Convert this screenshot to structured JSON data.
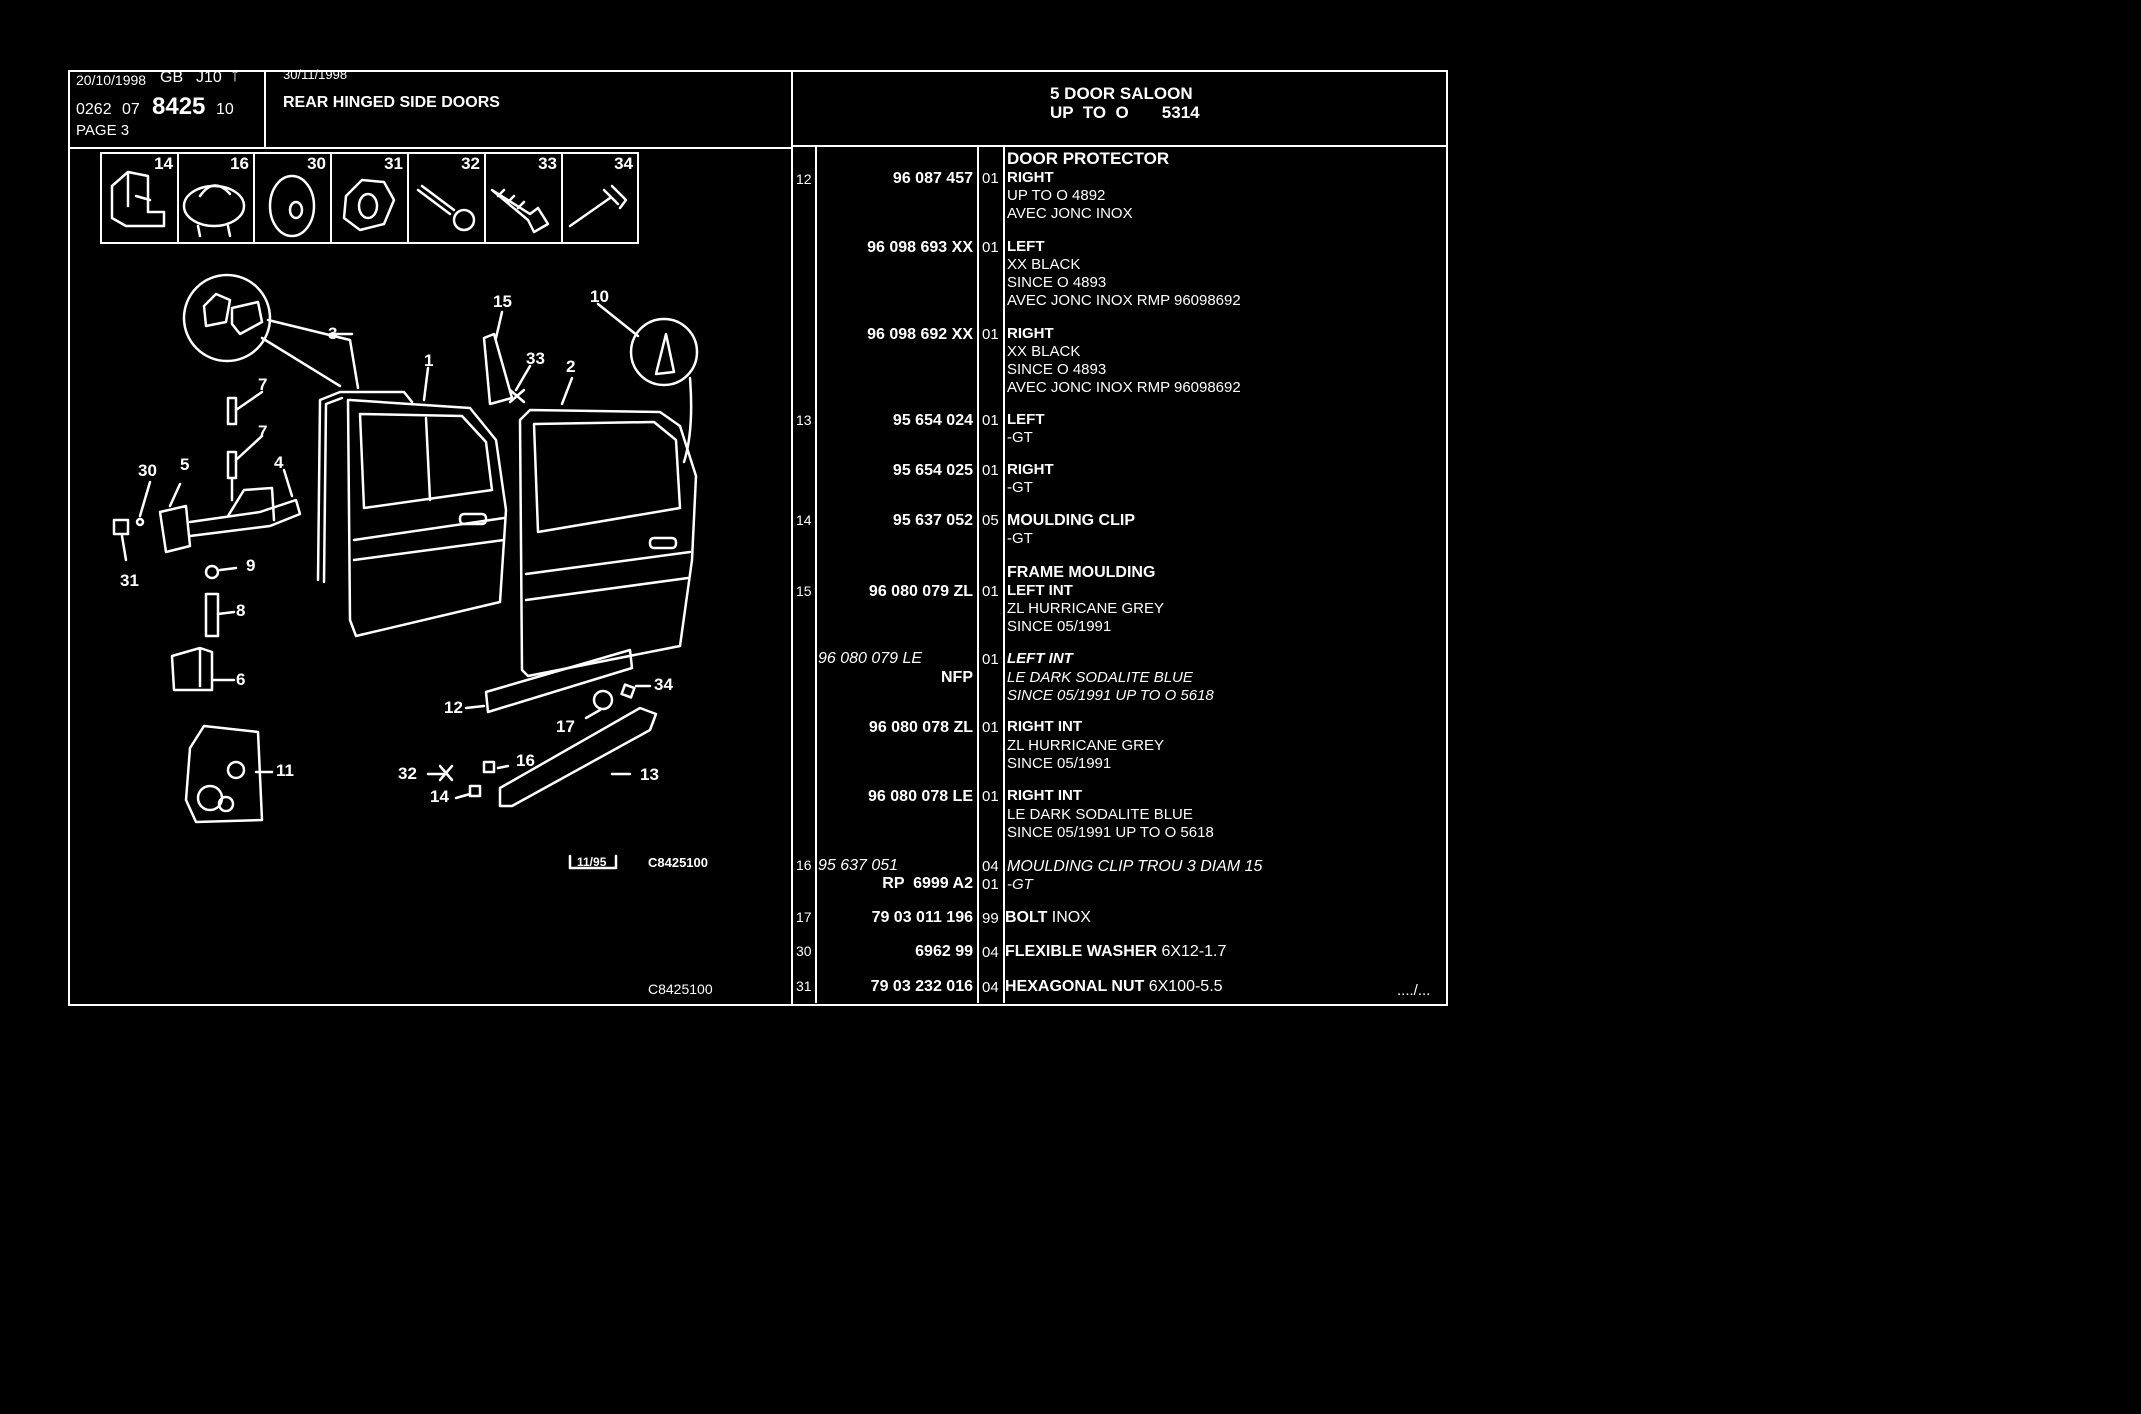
{
  "header": {
    "date": "20/10/1998",
    "lang": "GB",
    "code": "J10",
    "arrow": "↑",
    "ref_a": "0262",
    "ref_b": "07",
    "ref_main": "8425",
    "ref_c": "10",
    "page": "PAGE 3",
    "date2": "30/11/1998",
    "title": "REAR HINGED SIDE DOORS",
    "model_line1": "5 DOOR SALOON",
    "model_line2": "UP  TO  O       5314"
  },
  "thumbnails": [
    "14",
    "16",
    "30",
    "31",
    "32",
    "33",
    "34"
  ],
  "callouts": [
    "15",
    "10",
    "3",
    "33",
    "2",
    "1",
    "7",
    "7",
    "4",
    "30",
    "5",
    "31",
    "9",
    "8",
    "6",
    "34",
    "12",
    "17",
    "11",
    "16",
    "13",
    "32",
    "14"
  ],
  "drawing": {
    "stamp": "11/95",
    "code_top": "C8425100",
    "code_bottom": "C8425100"
  },
  "parts": [
    {
      "ref": "12",
      "pn": "96 087 457",
      "pn_style": "b",
      "qty": "01",
      "lines": [
        {
          "t": "DOOR PROTECTOR",
          "s": "h"
        },
        {
          "t": "RIGHT",
          "s": "h"
        },
        {
          "t": "UP TO O 4892",
          "s": ""
        },
        {
          "t": "AVEC JONC INOX",
          "s": ""
        }
      ]
    },
    {
      "ref": "",
      "pn": "96 098 693 XX",
      "pn_style": "b",
      "qty": "01",
      "lines": [
        {
          "t": "LEFT",
          "s": "h"
        },
        {
          "t": "XX BLACK",
          "s": ""
        },
        {
          "t": "SINCE O 4893",
          "s": ""
        },
        {
          "t": "AVEC JONC INOX RMP 96098692",
          "s": ""
        }
      ]
    },
    {
      "ref": "",
      "pn": "96 098 692 XX",
      "pn_style": "b",
      "qty": "01",
      "lines": [
        {
          "t": "RIGHT",
          "s": "h"
        },
        {
          "t": "XX BLACK",
          "s": ""
        },
        {
          "t": "SINCE O 4893",
          "s": ""
        },
        {
          "t": "AVEC JONC INOX RMP 96098692",
          "s": ""
        }
      ]
    },
    {
      "ref": "13",
      "pn": "95 654 024",
      "pn_style": "b",
      "qty": "01",
      "lines": [
        {
          "t": "LEFT",
          "s": "h"
        },
        {
          "t": "-GT",
          "s": ""
        }
      ]
    },
    {
      "ref": "",
      "pn": "95 654 025",
      "pn_style": "b",
      "qty": "01",
      "lines": [
        {
          "t": "RIGHT",
          "s": "h"
        },
        {
          "t": "-GT",
          "s": ""
        }
      ]
    },
    {
      "ref": "14",
      "pn": "95 637 052",
      "pn_style": "b",
      "qty": "05",
      "lines": [
        {
          "t": "MOULDING CLIP",
          "s": "h"
        },
        {
          "t": "-GT",
          "s": ""
        }
      ]
    },
    {
      "ref": "15",
      "pn": "96 080 079 ZL",
      "pn_style": "b",
      "qty": "01",
      "lines": [
        {
          "t": "FRAME MOULDING",
          "s": "h"
        },
        {
          "t": "LEFT INT",
          "s": "h"
        },
        {
          "t": "ZL HURRICANE GREY",
          "s": ""
        },
        {
          "t": "SINCE 05/1991",
          "s": ""
        }
      ]
    },
    {
      "ref": "",
      "pn": "96 080 079 LE",
      "pn2": "NFP",
      "pn_style": "i",
      "qty": "01",
      "lines": [
        {
          "t": "LEFT INT",
          "s": "hi"
        },
        {
          "t": "LE DARK SODALITE BLUE",
          "s": "i"
        },
        {
          "t": "SINCE 05/1991 UP TO O 5618",
          "s": "i"
        }
      ]
    },
    {
      "ref": "",
      "pn": "96 080 078 ZL",
      "pn_style": "b",
      "qty": "01",
      "lines": [
        {
          "t": "RIGHT INT",
          "s": "h"
        },
        {
          "t": "ZL HURRICANE GREY",
          "s": ""
        },
        {
          "t": "SINCE 05/1991",
          "s": ""
        }
      ]
    },
    {
      "ref": "",
      "pn": "96 080 078 LE",
      "pn_style": "b",
      "qty": "01",
      "lines": [
        {
          "t": "RIGHT INT",
          "s": "h"
        },
        {
          "t": "LE DARK SODALITE BLUE",
          "s": ""
        },
        {
          "t": "SINCE 05/1991 UP TO O 5618",
          "s": ""
        }
      ]
    },
    {
      "ref": "16",
      "pn": "95 637 051",
      "pn2": "RP  6999 A2",
      "pn_style": "i",
      "qty": "04",
      "qty2": "01",
      "lines": [
        {
          "t": "MOULDING CLIP TROU 3 DIAM 15",
          "s": "i"
        },
        {
          "t": "-GT",
          "s": "i"
        }
      ]
    },
    {
      "ref": "17",
      "pn": "79 03 011 196",
      "pn_style": "b",
      "qty": "99",
      "lines": [
        {
          "t": "BOLT",
          "s": "h",
          "suffix": " INOX"
        }
      ]
    },
    {
      "ref": "30",
      "pn": "6962 99",
      "pn_style": "b",
      "qty": "04",
      "lines": [
        {
          "t": "FLEXIBLE WASHER",
          "s": "h",
          "suffix": " 6X12-1.7"
        }
      ]
    },
    {
      "ref": "31",
      "pn": "79 03 232 016",
      "pn_style": "b",
      "qty": "04",
      "lines": [
        {
          "t": "HEXAGONAL NUT",
          "s": "h",
          "suffix": " 6X100-5.5"
        }
      ]
    }
  ],
  "continuation": "..../..."
}
